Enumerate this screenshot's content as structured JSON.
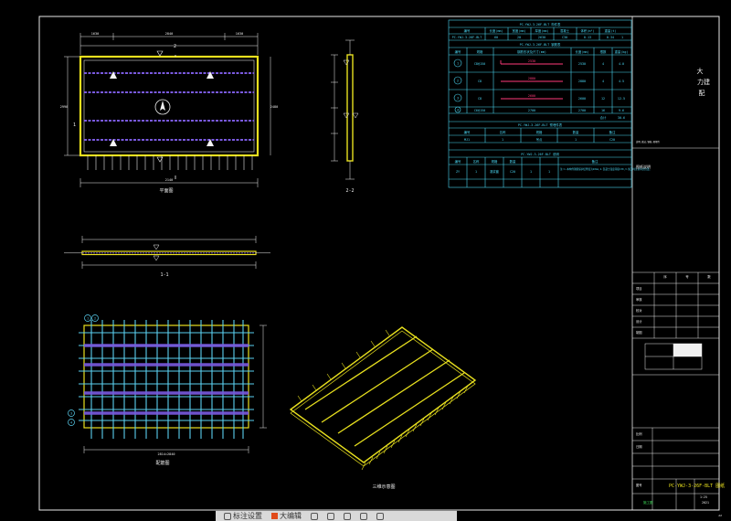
{
  "title_block": {
    "designer_text": "大\n力建\n配",
    "small_note": "说明,做法,钢筋,预埋件",
    "section_label": "图纸说明",
    "grid_header": [
      "序",
      "号",
      "数",
      "量"
    ],
    "rows": [
      "项目",
      "审核",
      "校对",
      "设计",
      "制图"
    ],
    "scale_label": "比例",
    "scale_value": "1:25",
    "date_label": "日期",
    "date_value": "2021",
    "drawing_no_label": "图号",
    "drawing_no": "PC-YWJ-3-26F-BLT 图纸",
    "sheet": "A2",
    "status_green": "施工图"
  },
  "views": {
    "plan_label": "平面图",
    "section_11_label": "1-1",
    "section_22_label": "2-2",
    "rebar_label": "配筋图",
    "iso_label": "三维示意图",
    "cut_mark_1": "1",
    "cut_mark_2": "2",
    "dims_top": [
      "1630",
      "2840",
      "1630"
    ],
    "dim_bottom": "2140",
    "dim_left": "2990",
    "dim_right": "2480",
    "rebar_dim_bottom": "2814=2840",
    "rebar_tags": [
      "1",
      "2",
      "3",
      "4"
    ]
  },
  "table": {
    "title1": "PC-YWJ-3-26F-BLT 构件表",
    "head1": [
      "编号",
      "长度(mm)",
      "宽度(mm)",
      "厚度(mm)",
      "混凝土",
      "体积(m³)",
      "重量(t)",
      "数量"
    ],
    "row1": [
      "PC-YWJ-3-26F-BLT",
      "60",
      "20",
      "2630",
      "C30",
      "0.13",
      "0.34",
      "1"
    ],
    "title2": "PC-YWJ-3-26F-BLT 钢筋表",
    "head2": [
      "编号",
      "规格",
      "钢筋形状及尺寸(mm)",
      "长度(mm)",
      "根数",
      "重量(kg)"
    ],
    "rebar_rows": [
      {
        "id": "1",
        "spec": "C8@150",
        "shape": "2530",
        "len": "2530",
        "count": "4",
        "wt": "4.0"
      },
      {
        "id": "2",
        "spec": "C8",
        "shape": "2880",
        "len": "2880",
        "count": "4",
        "wt": "4.5"
      },
      {
        "id": "3",
        "spec": "C8",
        "shape": "2600",
        "len": "2600",
        "count": "12",
        "wt": "12.5"
      },
      {
        "id": "4",
        "spec": "C6@150",
        "shape": "2700",
        "len": "2700",
        "count": "16",
        "wt": "9.6"
      }
    ],
    "total_row": [
      "合计",
      "30.6"
    ],
    "title3": "PC-YWJ-3-26F-BLT 预埋件表",
    "head3": [
      "编号",
      "名称",
      "规格",
      "数量",
      "备注"
    ],
    "row3": [
      "MJ1",
      "1",
      "吊点",
      "1",
      "C20"
    ],
    "title4": "PC-YWJ-3-26F-BLT 说明",
    "head4": [
      "编号",
      "名称",
      "规格",
      "数量",
      "备注"
    ],
    "row4": [
      "ZY",
      "1",
      "灌浆套",
      "C20",
      "1",
      "1"
    ],
    "note": "注:1.本构件钢筋保护层厚度为20mm,2.混凝土强度等级C30,3.施工时注意吊点位置。"
  },
  "toolbar": {
    "items": [
      "标注设置",
      "大编辑"
    ]
  }
}
